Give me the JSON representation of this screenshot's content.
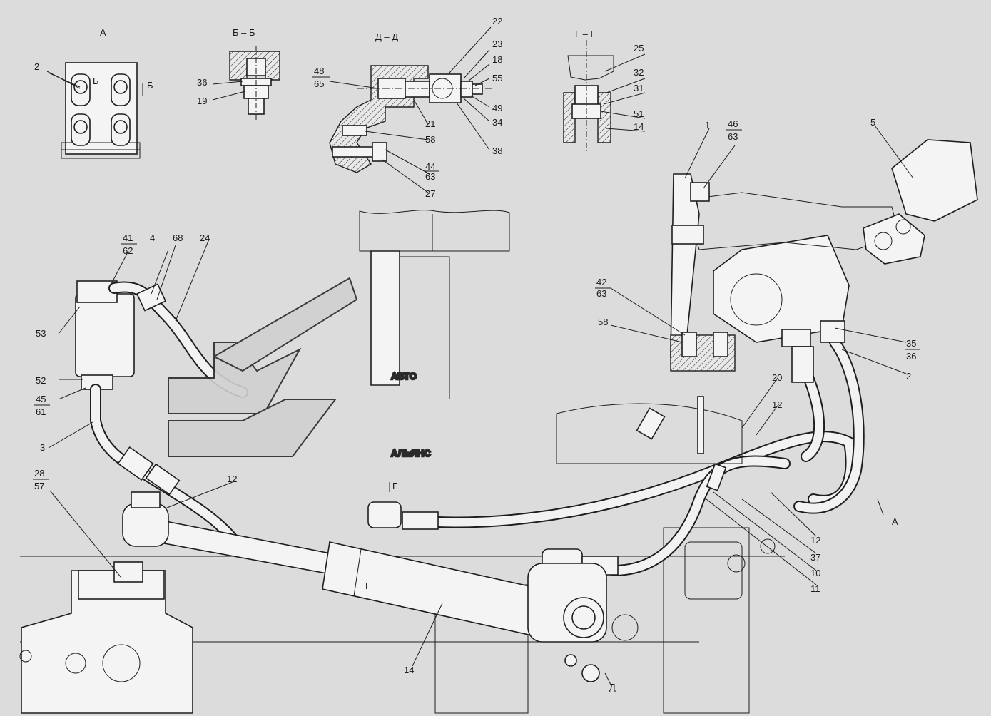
{
  "views": [
    {
      "id": "view-a",
      "label": "А"
    },
    {
      "id": "section-bb",
      "label": "Б – Б"
    },
    {
      "id": "section-dd",
      "label": "Д – Д"
    },
    {
      "id": "section-gg",
      "label": "Г – Г"
    }
  ],
  "callouts": [
    {
      "text": "2"
    },
    {
      "text": "Б"
    },
    {
      "text": "Б"
    },
    {
      "text": "36"
    },
    {
      "text": "19"
    },
    {
      "text": "22"
    },
    {
      "text": "23"
    },
    {
      "text": "18"
    },
    {
      "text": "55"
    },
    {
      "text": "48"
    },
    {
      "text": "65"
    },
    {
      "text": "21"
    },
    {
      "text": "49"
    },
    {
      "text": "34"
    },
    {
      "text": "58"
    },
    {
      "text": "38"
    },
    {
      "text": "44"
    },
    {
      "text": "63"
    },
    {
      "text": "27"
    },
    {
      "text": "25"
    },
    {
      "text": "32"
    },
    {
      "text": "31"
    },
    {
      "text": "51"
    },
    {
      "text": "14"
    },
    {
      "text": "1"
    },
    {
      "text": "46"
    },
    {
      "text": "63"
    },
    {
      "text": "5"
    },
    {
      "text": "41"
    },
    {
      "text": "62"
    },
    {
      "text": "4"
    },
    {
      "text": "68"
    },
    {
      "text": "24"
    },
    {
      "text": "42"
    },
    {
      "text": "63"
    },
    {
      "text": "58"
    },
    {
      "text": "53"
    },
    {
      "text": "52"
    },
    {
      "text": "45"
    },
    {
      "text": "61"
    },
    {
      "text": "3"
    },
    {
      "text": "35"
    },
    {
      "text": "36"
    },
    {
      "text": "2"
    },
    {
      "text": "20"
    },
    {
      "text": "12"
    },
    {
      "text": "28"
    },
    {
      "text": "57"
    },
    {
      "text": "12"
    },
    {
      "text": "Г"
    },
    {
      "text": "А"
    },
    {
      "text": "12"
    },
    {
      "text": "37"
    },
    {
      "text": "10"
    },
    {
      "text": "11"
    },
    {
      "text": "Г"
    },
    {
      "text": "14"
    },
    {
      "text": "Д"
    }
  ],
  "watermark": {
    "line1": "АВТО",
    "line2": "АЛЬЯНС"
  }
}
